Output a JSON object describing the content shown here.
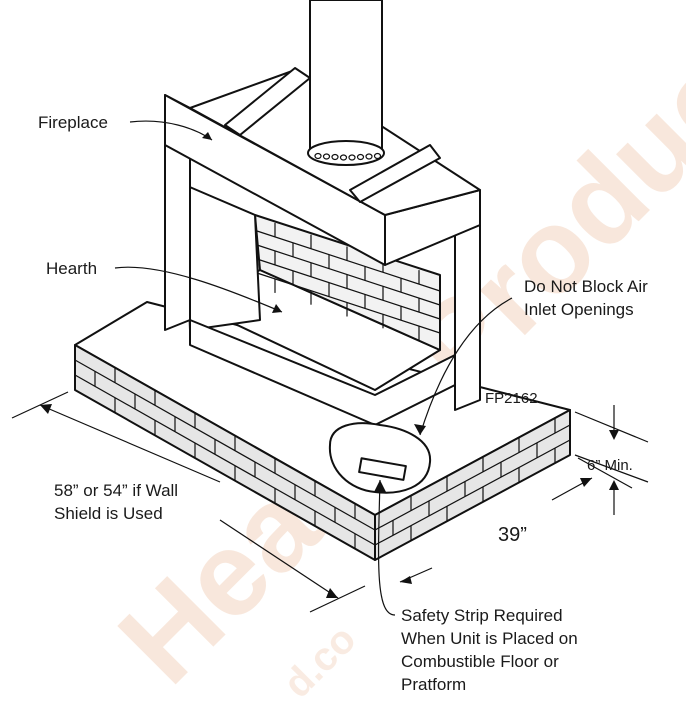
{
  "labels": {
    "fireplace": "Fireplace",
    "hearth": "Hearth",
    "air_inlet_line1": "Do Not Block Air",
    "air_inlet_line2": "Inlet Openings",
    "figure_code": "FP2162",
    "min_height": "6” Min.",
    "width_line1": "58” or 54” if Wall",
    "width_line2": "Shield is Used",
    "depth": "39”",
    "safety_line1": "Safety Strip Required",
    "safety_line2": "When Unit is Placed on",
    "safety_line3": "Combustible Floor or",
    "safety_line4": "Pratform"
  },
  "watermark": {
    "main": "Hearth Products",
    "sub": "d.co"
  }
}
